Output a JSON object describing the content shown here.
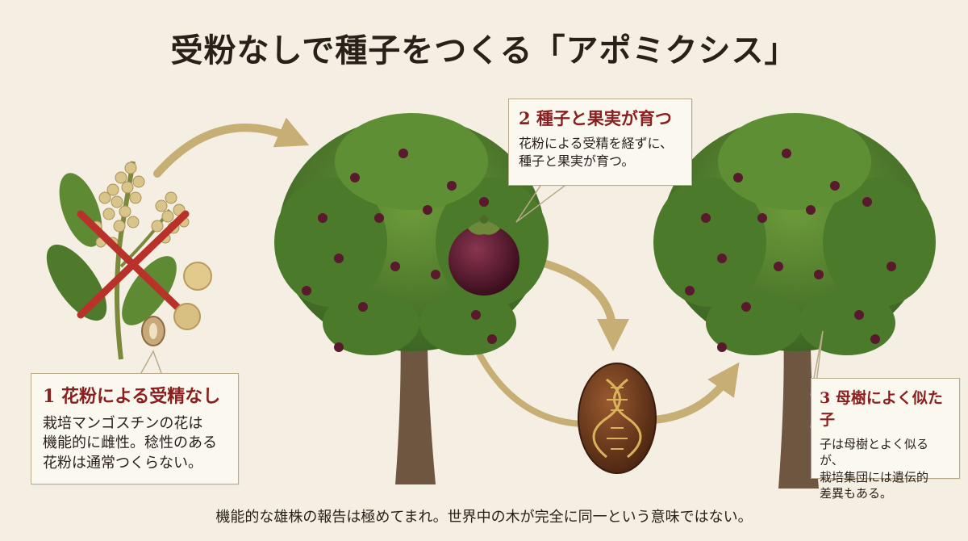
{
  "title": "受粉なしで種子をつくる「アポミクシス」",
  "steps": [
    {
      "heading": "1  花粉による受精なし",
      "body": [
        "栽培マンゴスチンの花は",
        "機能的に雌性。稔性のある",
        "花粉は通常つくらない。"
      ]
    },
    {
      "heading": "2  種子と果実が育つ",
      "body": [
        "花粉による受精を経ずに、",
        "種子と果実が育つ。"
      ]
    },
    {
      "heading": "3  母樹によく似た子",
      "body": [
        "子は母樹とよく似るが、",
        "栽培集団には遺伝的",
        "差異もある。"
      ]
    }
  ],
  "footer": "機能的な雄株の報告は極めてまれ。世界中の木が完全に同一という意味ではない。",
  "colors": {
    "accent": "#8a1f1f",
    "arrow": "#c7ae74",
    "leaf": "#4f7a2c",
    "fruit": "#5a1a2e",
    "trunk": "#6e5640",
    "cross": "#b8322a"
  },
  "icons": [
    "flower-branch-icon",
    "cross-icon",
    "pollen-icon",
    "tree-icon",
    "mangosteen-fruit-icon",
    "seed-dna-icon",
    "arrow-icon"
  ]
}
